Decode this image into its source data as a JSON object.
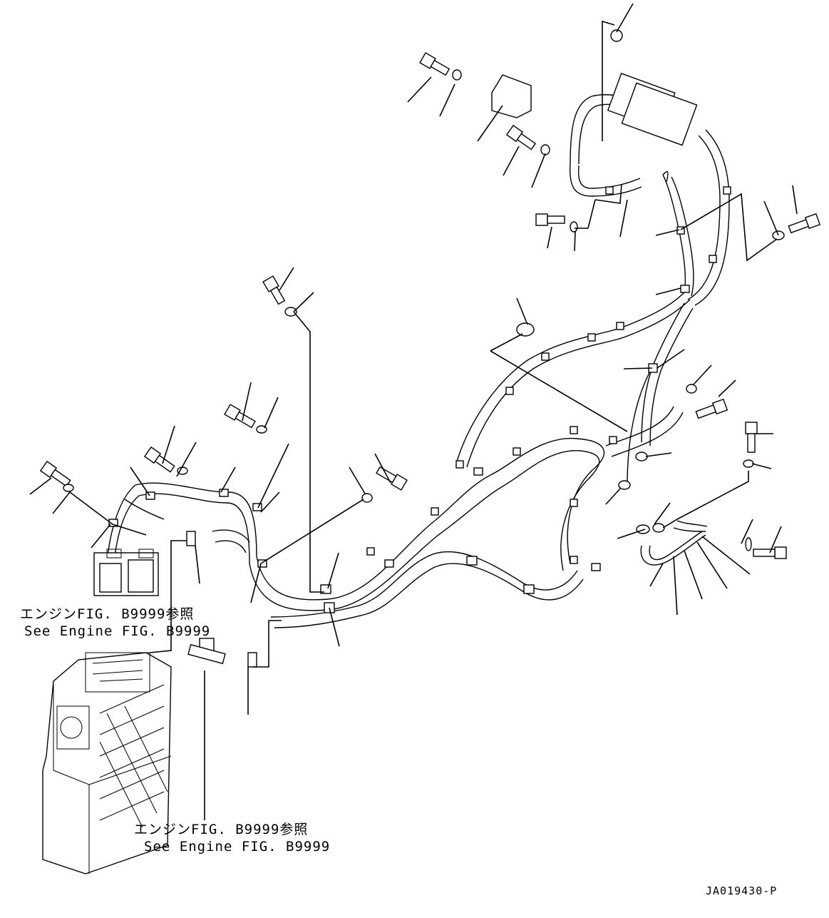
{
  "references": [
    {
      "jp": "エンジンFIG. B9999参照",
      "en": "See Engine FIG. B9999"
    },
    {
      "jp": "エンジンFIG. B9999参照",
      "en": "See Engine FIG. B9999"
    }
  ],
  "drawing_code": "JA019430-P"
}
